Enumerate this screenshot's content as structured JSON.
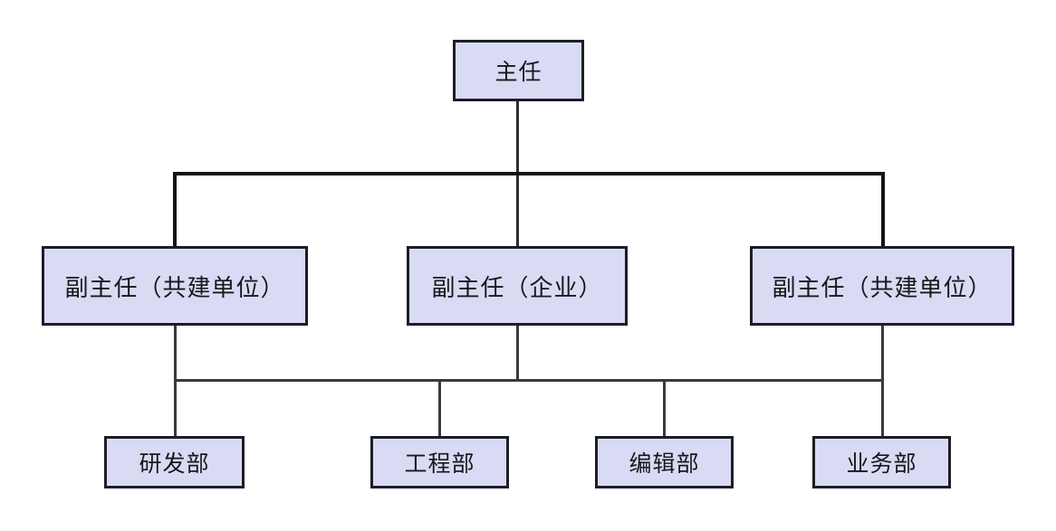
{
  "diagram": {
    "type": "org-chart",
    "title": "",
    "colors": {
      "background": "#ffffff",
      "node_fill": "#d9dbf4",
      "node_border": "#1d1d27",
      "connector_primary": "#141414",
      "connector_secondary": "#3a3a3e"
    },
    "nodes": {
      "director": {
        "label": "主任"
      },
      "deputy_left": {
        "label": "副主任（共建单位）"
      },
      "deputy_center": {
        "label": "副主任（企业）"
      },
      "deputy_right": {
        "label": "副主任（共建单位）"
      },
      "dept_rnd": {
        "label": "研发部"
      },
      "dept_engineering": {
        "label": "工程部"
      },
      "dept_editorial": {
        "label": "编辑部"
      },
      "dept_business": {
        "label": "业务部"
      }
    },
    "edges": [
      {
        "from": "director",
        "to": "deputy_left"
      },
      {
        "from": "director",
        "to": "deputy_center"
      },
      {
        "from": "director",
        "to": "deputy_right"
      },
      {
        "from": "deputies",
        "to": "dept_rnd"
      },
      {
        "from": "deputies",
        "to": "dept_engineering"
      },
      {
        "from": "deputies",
        "to": "dept_editorial"
      },
      {
        "from": "deputies",
        "to": "dept_business"
      }
    ]
  }
}
